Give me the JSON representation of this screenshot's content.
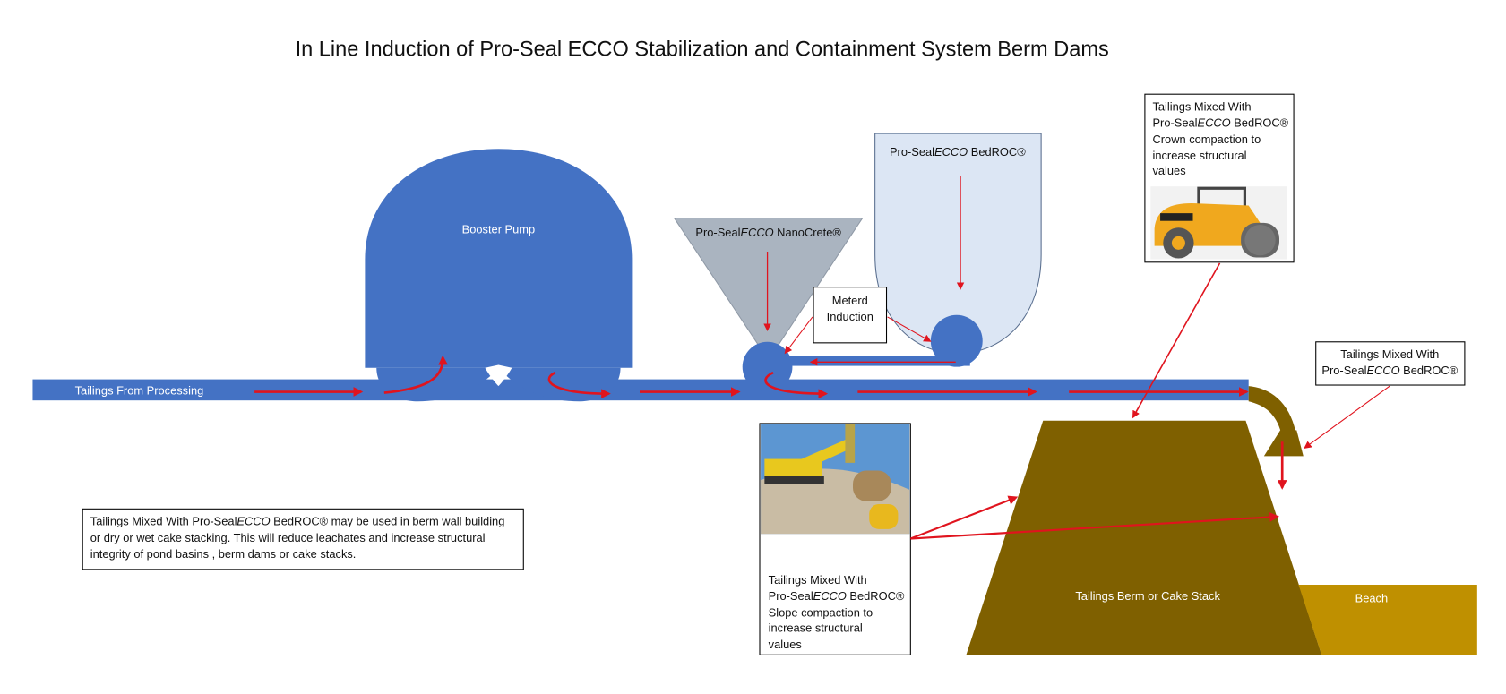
{
  "title": "In Line Induction of Pro-Seal ECCO Stabilization and Containment System Berm Dams",
  "labels": {
    "tailings_from_processing": "Tailings From Processing",
    "booster_pump": "Booster Pump",
    "nanocrete_prefix": "Pro-Seal",
    "nanocrete_italic": "ECCO",
    "nanocrete_suffix": " NanoCrete®",
    "bedroc_prefix": "Pro-Seal",
    "bedroc_italic": "ECCO",
    "bedroc_suffix": " BedROC®",
    "metered_line1": "Meterd",
    "metered_line2": "Induction",
    "berm": "Tailings Berm or Cake Stack",
    "beach": "Beach"
  },
  "callouts": {
    "crown": {
      "line1": "Tailings Mixed With",
      "line2_prefix": "Pro-Seal",
      "line2_italic": "ECCO",
      "line2_suffix": " BedROC®",
      "line3": "Crown compaction to",
      "line4": "increase structural",
      "line5": "values",
      "image": "roller-compactor-image"
    },
    "discharge": {
      "line1": "Tailings Mixed With",
      "line2_prefix": "Pro-Seal",
      "line2_italic": "ECCO",
      "line2_suffix": " BedROC®"
    },
    "slope": {
      "line1": "Tailings Mixed With",
      "line2_prefix": "Pro-Seal",
      "line2_italic": "ECCO",
      "line2_suffix": " BedROC®",
      "line3": "Slope compaction to",
      "line4": "increase structural",
      "line5": "values",
      "image": "excavator-roller-image"
    },
    "note": {
      "line1_prefix": "Tailings Mixed With Pro-Seal",
      "line1_italic": "ECCO",
      "line1_suffix": " BedROC® may be used in berm wall building",
      "line2": "or dry or wet cake stacking. This will reduce leachates and increase structural",
      "line3": "integrity of pond basins , berm dams or cake stacks."
    }
  },
  "colors": {
    "pipe_blue": "#4472c4",
    "flow_red": "#e0141e",
    "nanocrete_gray": "#aab4c0",
    "bedroc_light": "#dce6f4",
    "berm_brown": "#7f6000",
    "beach_gold": "#bf9000"
  }
}
